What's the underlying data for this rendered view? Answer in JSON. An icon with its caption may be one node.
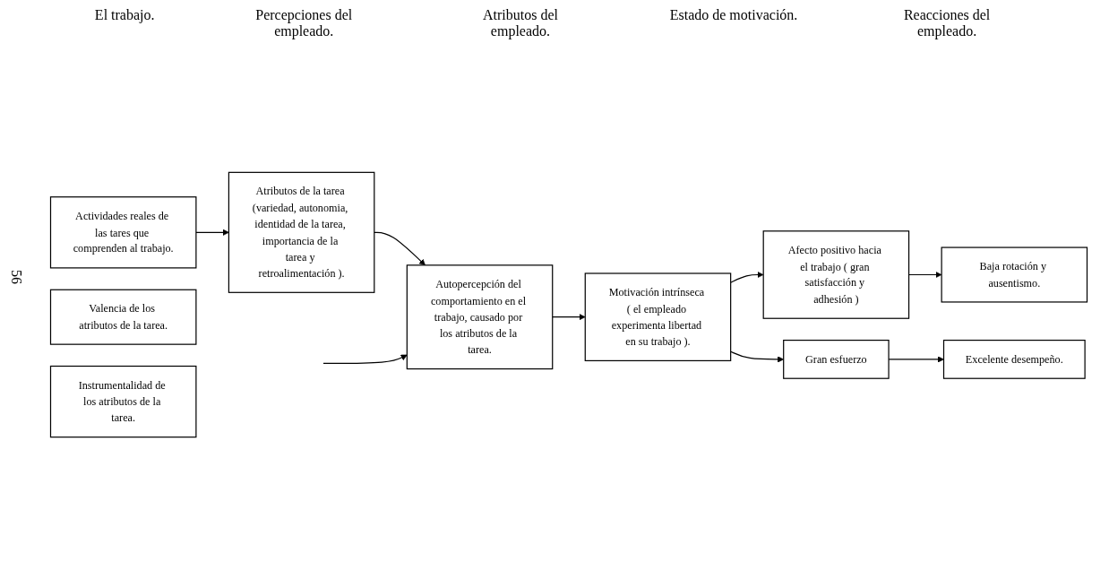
{
  "diagram": {
    "nodes": [
      {
        "text": [
          "Actividades reales de las tares que comprenden al trabajo."
        ]
      },
      {
        "text": [
          "Atributos de la tarea (variedad, autonomia, identidad de la tarea, importancia de la tarea y retroalimentación )."
        ]
      },
      {
        "text": [
          "Autopercepción del comportamiento en el trabajo, causado por los atributos de la tarea."
        ]
      },
      {
        "text": [
          "Motivación intrínseca ( el empleado experimenta libertad en su trabajo )."
        ]
      },
      {
        "text": [
          "Afecto positivo hacia el trabajo ( gran satisfacción y adhesión )"
        ]
      },
      {
        "text": [
          "Baja rotación y ausentismo."
        ]
      },
      {
        "text": [
          "Gran esfuerzo"
        ]
      },
      {
        "text": [
          "Excelente desempeño."
        ]
      },
      {
        "text": [
          "Valencia de los atributos de la tarea."
        ]
      },
      {
        "text": [
          "Instrumentalidad de los atributos de la tarea."
        ]
      }
    ],
    "edges": [
      {
        "from": 0,
        "to": 1,
        "arrow": "to"
      },
      {
        "from": 1,
        "to": 2,
        "arrow": "to"
      },
      {
        "from": null,
        "to": 2,
        "arrow": "to"
      },
      {
        "from": 2,
        "to": 3,
        "arrow": "to"
      },
      {
        "from": 3,
        "to": 4,
        "arrow": "to"
      },
      {
        "from": 3,
        "to": 6,
        "arrow": "to"
      },
      {
        "from": 4,
        "to": 5,
        "arrow": "to"
      },
      {
        "from": 6,
        "to": 7,
        "arrow": "to"
      }
    ],
    "labels": [
      "El trabajo.",
      "Percepciones del empleado.",
      "Atributos del empleado.",
      "Estado de motivación.",
      "Reacciones del empleado.",
      "56"
    ]
  }
}
